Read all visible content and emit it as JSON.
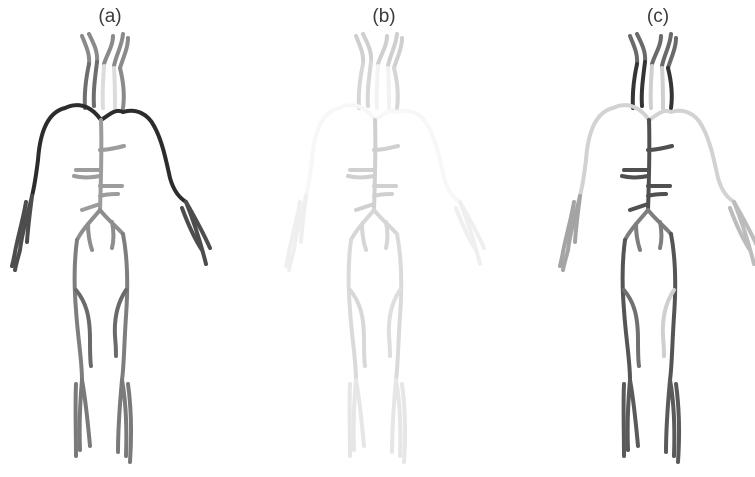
{
  "panels": [
    {
      "label": "(a)",
      "tones": {
        "head": "#8a8a8a",
        "neck_left": "#6e6e6e",
        "neck_right": "#8a8a8a",
        "neck_center": "#dcdcdc",
        "arch": "#2c2c2c",
        "arm_left": "#4d4d4d",
        "arm_right": "#4d4d4d",
        "torso": "#9c9c9c",
        "pelvis": "#8e8e8e",
        "leg_left": "#7e7e7e",
        "leg_right": "#7e7e7e",
        "thigh_branch_left": "#6a6a6a",
        "thigh_branch_right": "#6a6a6a",
        "calf_left": "#7a7a7a",
        "calf_right": "#7a7a7a"
      }
    },
    {
      "label": "(b)",
      "tones": {
        "head": "#cfcfcf",
        "neck_left": "#d6d6d6",
        "neck_right": "#d6d6d6",
        "neck_center": "#f2f2f2",
        "arch": "#f7f7f7",
        "arm_left": "#efefef",
        "arm_right": "#efefef",
        "torso": "#d0d0d0",
        "pelvis": "#d6d6d6",
        "leg_left": "#dadada",
        "leg_right": "#dadada",
        "thigh_branch_left": "#d8d8d8",
        "thigh_branch_right": "#dedede",
        "calf_left": "#e6e6e6",
        "calf_right": "#e6e6e6"
      }
    },
    {
      "label": "(c)",
      "tones": {
        "head": "#6a6a6a",
        "neck_left": "#353535",
        "neck_right": "#353535",
        "neck_center": "#cfcfcf",
        "arch": "#d2d2d2",
        "arm_left": "#a4a4a4",
        "arm_right": "#bcbcbc",
        "torso": "#505050",
        "pelvis": "#7e7e7e",
        "leg_left": "#555555",
        "leg_right": "#555555",
        "thigh_branch_left": "#707070",
        "thigh_branch_right": "#cfcfcf",
        "calf_left": "#5a5a5a",
        "calf_right": "#5a5a5a"
      }
    }
  ]
}
